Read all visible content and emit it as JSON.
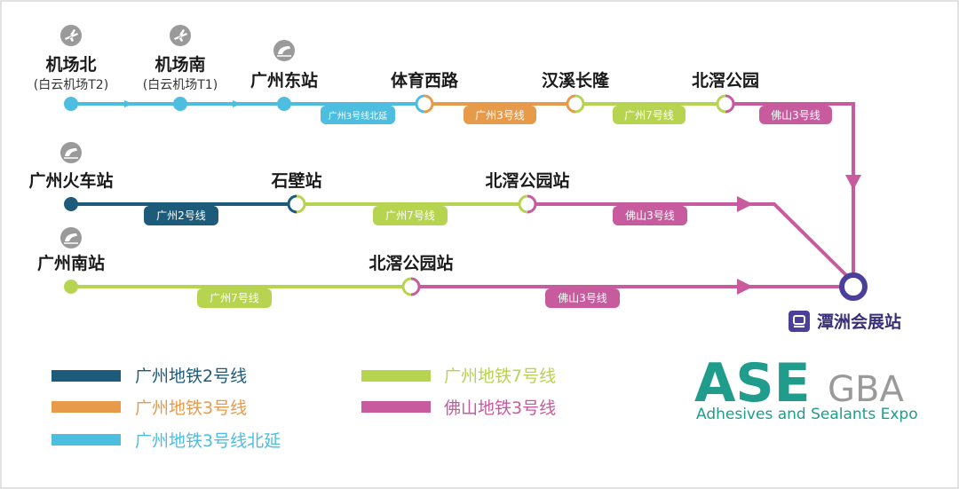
{
  "colors": {
    "line2": "#1d5b7a",
    "line3": "#e69a4a",
    "line3n": "#4dbde0",
    "line7": "#b6d44f",
    "fs3": "#c85a9e",
    "icon_gray": "#9a9a9a",
    "dest": "#4a3f9a",
    "ase_teal": "#1f9c8c"
  },
  "stations": {
    "airport_north": {
      "name": "机场北",
      "sub": "(白云机场T2)",
      "icon": "airplane-icon"
    },
    "airport_south": {
      "name": "机场南",
      "sub": "(白云机场T1)",
      "icon": "airplane-icon"
    },
    "guangzhou_east": {
      "name": "广州东站",
      "icon": "train-icon"
    },
    "tiyu_xilu": {
      "name": "体育西路"
    },
    "hanxi_changlong": {
      "name": "汉溪长隆"
    },
    "beijiao_park": {
      "name": "北滘公园"
    },
    "guangzhou_railway": {
      "name": "广州火车站",
      "icon": "train-icon"
    },
    "shibi": {
      "name": "石壁站"
    },
    "beijiao_park_station_1": {
      "name": "北滘公园站"
    },
    "guangzhou_south": {
      "name": "广州南站",
      "icon": "train-icon"
    },
    "beijiao_park_station_2": {
      "name": "北滘公园站"
    }
  },
  "segments": {
    "r1_line3n": "广州3号线北延",
    "r1_line3": "广州3号线",
    "r1_line7": "广州7号线",
    "r1_fs3": "佛山3号线",
    "r2_line2": "广州2号线",
    "r2_line7": "广州7号线",
    "r2_fs3": "佛山3号线",
    "r3_line7": "广州7号线",
    "r3_fs3": "佛山3号线"
  },
  "destination": {
    "name": "潭洲会展站",
    "icon": "metro-station-icon"
  },
  "legend": [
    {
      "label": "广州地铁2号线",
      "color_key": "line2"
    },
    {
      "label": "广州地铁3号线",
      "color_key": "line3"
    },
    {
      "label": "广州地铁3号线北延",
      "color_key": "line3n"
    },
    {
      "label": "广州地铁7号线",
      "color_key": "line7"
    },
    {
      "label": "佛山地铁3号线",
      "color_key": "fs3"
    }
  ],
  "logo": {
    "ase": "ASE",
    "gba": "GBA",
    "tagline": "Adhesives and Sealants Expo"
  }
}
